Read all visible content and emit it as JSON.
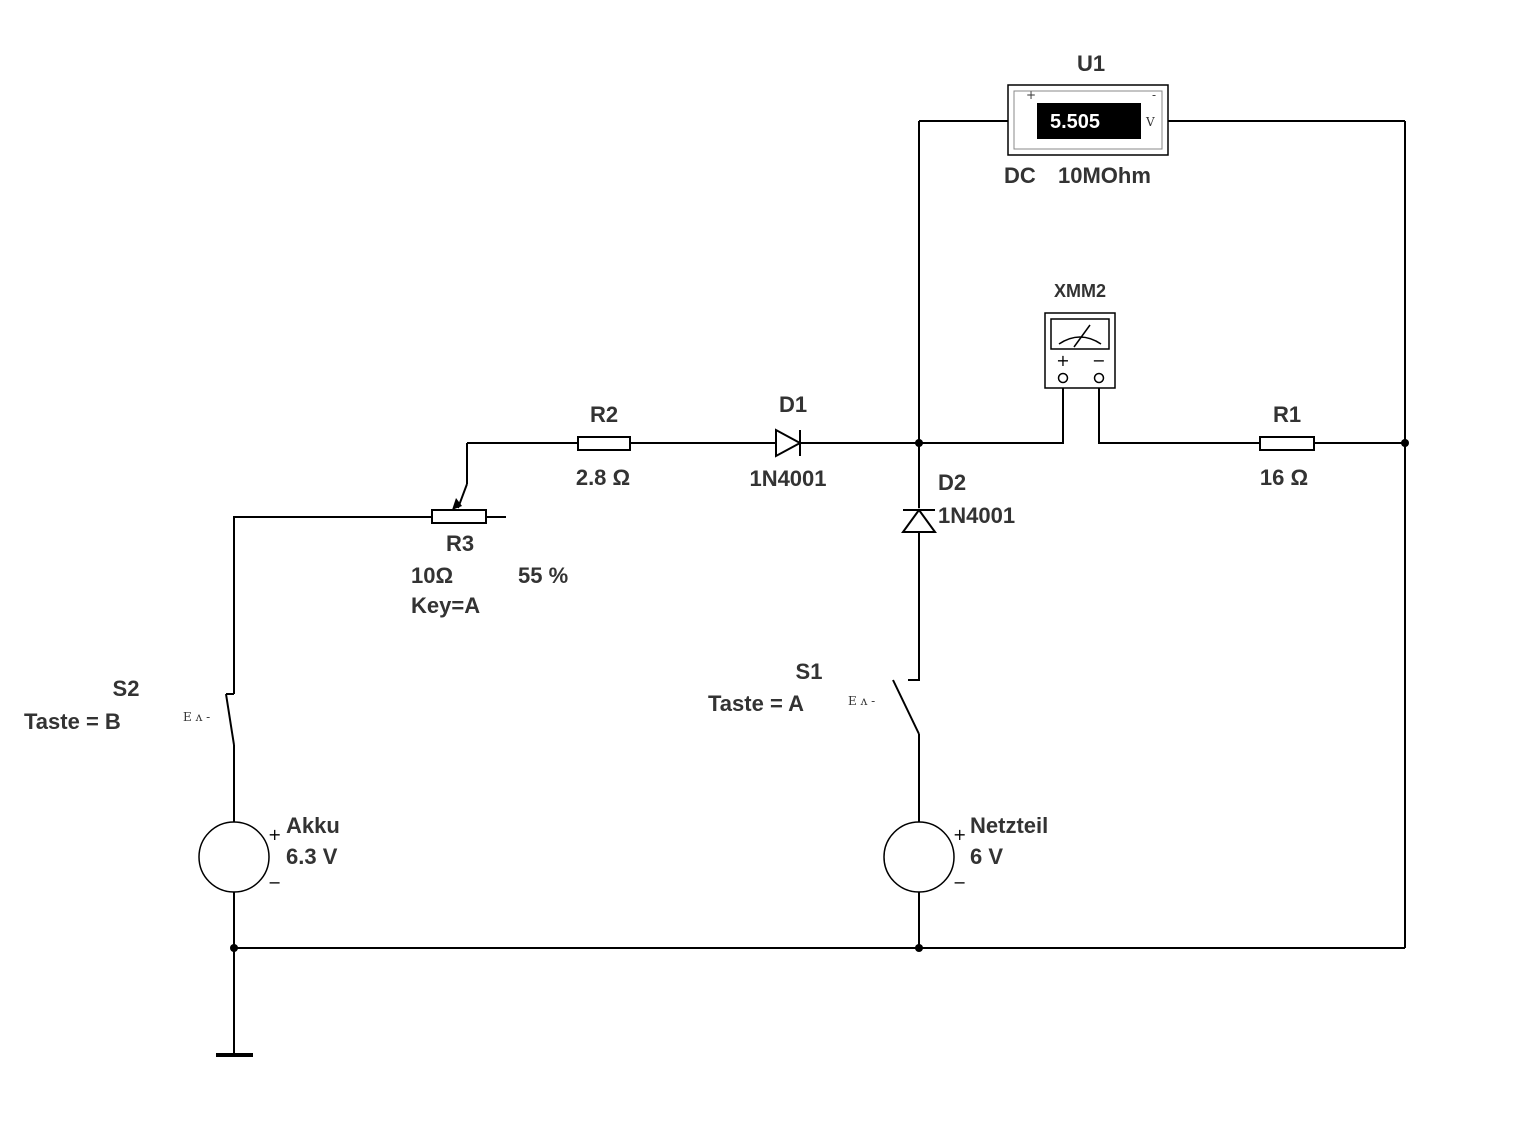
{
  "components": {
    "u1": {
      "name": "U1",
      "reading": "5.505",
      "unit": "V",
      "plus": "+",
      "minus": "-",
      "mode": "DC",
      "resistance": "10MOhm"
    },
    "xmm2": {
      "name": "XMM2",
      "plus": "+",
      "minus": "−"
    },
    "r1": {
      "name": "R1",
      "value": "16 Ω"
    },
    "r2": {
      "name": "R2",
      "value": "2.8 Ω"
    },
    "r3": {
      "name": "R3",
      "value": "10Ω",
      "setting": "55 %",
      "key": "Key=A"
    },
    "d1": {
      "name": "D1",
      "model": "1N4001"
    },
    "d2": {
      "name": "D2",
      "model": "1N4001"
    },
    "s1": {
      "name": "S1",
      "key": "Taste = A",
      "glyph": "E ʌ -"
    },
    "s2": {
      "name": "S2",
      "key": "Taste = B",
      "glyph": "E ʌ -"
    },
    "akku": {
      "name": "Akku",
      "voltage": "6.3 V",
      "plus": "+",
      "minus": "−"
    },
    "netzteil": {
      "name": "Netzteil",
      "voltage": "6 V",
      "plus": "+",
      "minus": "−"
    }
  },
  "colors": {
    "wire": "#000000",
    "label": "#333333",
    "display_bg": "#000000",
    "display_text": "#ffffff"
  }
}
